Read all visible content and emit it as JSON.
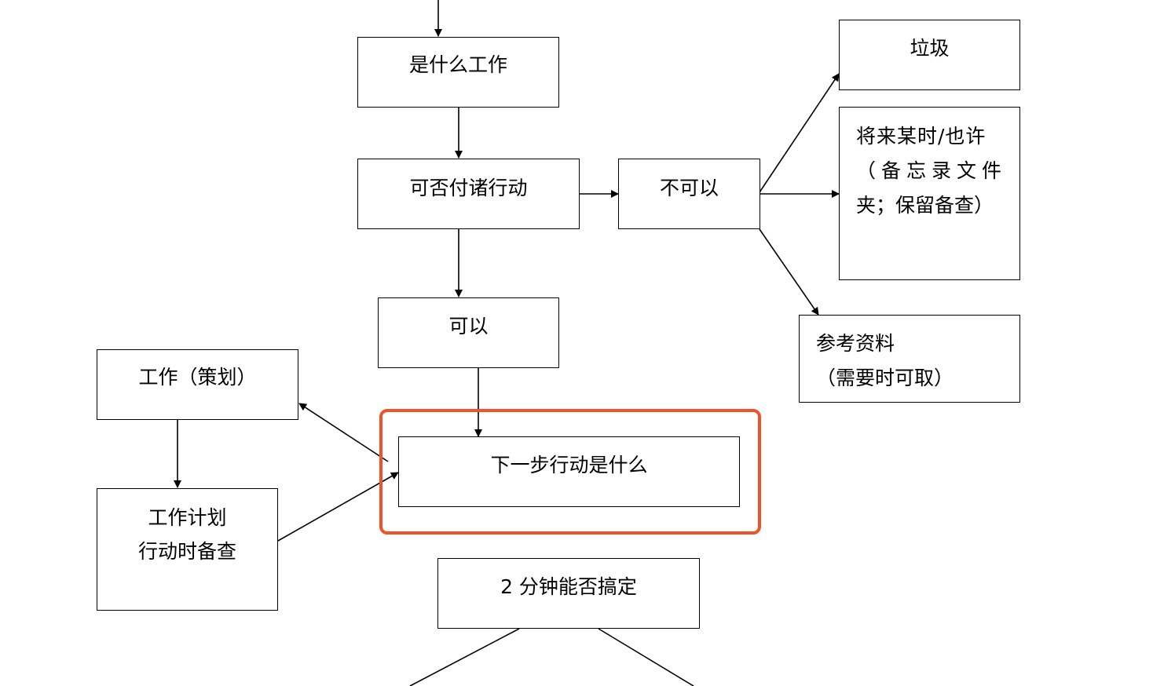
{
  "nodes": {
    "what_is_it": "是什么工作",
    "actionable": "可否付诸行动",
    "not_actionable": "不可以",
    "trash": "垃圾",
    "someday": [
      "将来某时/也许",
      "（备忘录文件",
      "夹；保留备查）"
    ],
    "reference": [
      "参考资料",
      "（需要时可取）"
    ],
    "yes": "可以",
    "project": "工作（策划）",
    "project_plan": [
      "工作计划",
      "行动时备查"
    ],
    "next_action": "下一步行动是什么",
    "two_minutes": "2 分钟能否搞定"
  },
  "colors": {
    "line": "#000000",
    "highlight": "#f0522b"
  }
}
